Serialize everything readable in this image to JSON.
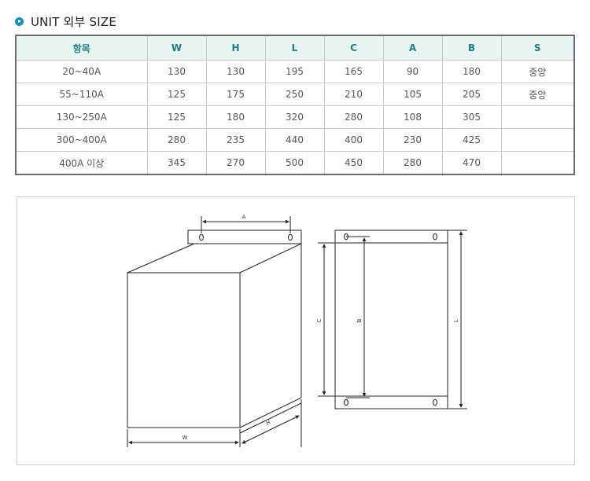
{
  "heading": {
    "title": "UNIT 외부 SIZE",
    "icon": "circle-arrow-icon",
    "accent_color": "#1b8fb8"
  },
  "table": {
    "header_color": "#1f7d86",
    "header_bg": "#e8f4f2",
    "columns": [
      "항목",
      "W",
      "H",
      "L",
      "C",
      "A",
      "B",
      "S"
    ],
    "rows": [
      [
        "20~40A",
        "130",
        "130",
        "195",
        "165",
        "90",
        "180",
        "중앙"
      ],
      [
        "55~110A",
        "125",
        "175",
        "250",
        "210",
        "105",
        "205",
        "중앙"
      ],
      [
        "130~250A",
        "125",
        "180",
        "320",
        "280",
        "108",
        "305",
        ""
      ],
      [
        "300~400A",
        "280",
        "235",
        "440",
        "400",
        "230",
        "425",
        ""
      ],
      [
        "400A 이상",
        "345",
        "270",
        "500",
        "450",
        "280",
        "470",
        ""
      ]
    ]
  },
  "diagram": {
    "labels": {
      "a": "A",
      "w": "W",
      "h": "H",
      "c": "C",
      "b": "B",
      "l": "L"
    }
  }
}
